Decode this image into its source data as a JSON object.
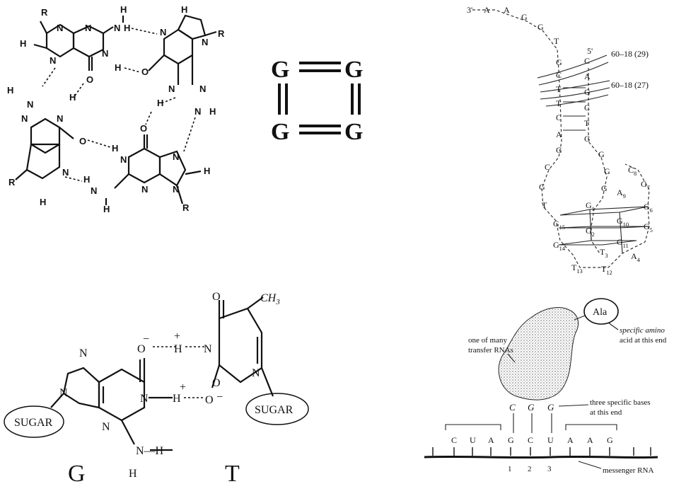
{
  "quartet_structure": {
    "atoms": {
      "R": "R",
      "H": "H",
      "N": "N",
      "O": "O"
    }
  },
  "g_square": {
    "letter": "G"
  },
  "dna_hairpin": {
    "end_3": "3'",
    "end_5": "5'",
    "probe_1": "60–18 (29)",
    "probe_2": "60–18 (27)",
    "bases": [
      "A",
      "A",
      "G",
      "G",
      "T",
      "G",
      "C",
      "T",
      "T",
      "C",
      "A",
      "G",
      "C",
      "G",
      "T",
      "C",
      "A",
      "G",
      "C",
      "T",
      "G",
      "G",
      "G",
      "G",
      "T",
      "C",
      "A",
      "C",
      "C",
      "G",
      "T",
      "C",
      "G",
      "G",
      "G",
      "G",
      "A",
      "T",
      "T",
      "T"
    ],
    "subscripted": {
      "C8": [
        "C",
        "8"
      ],
      "G7": [
        "G",
        "7"
      ],
      "A9": [
        "A",
        "9"
      ],
      "G1": [
        "G",
        "1"
      ],
      "G6": [
        "G",
        "6"
      ],
      "G15": [
        "G",
        "15"
      ],
      "G10": [
        "G",
        "10"
      ],
      "G2": [
        "G",
        "2"
      ],
      "G5": [
        "G",
        "5"
      ],
      "G14": [
        "G",
        "14"
      ],
      "G11": [
        "G",
        "11"
      ],
      "T3": [
        "T",
        "3"
      ],
      "A4": [
        "A",
        "4"
      ],
      "T13": [
        "T",
        "13"
      ],
      "T12": [
        "T",
        "12"
      ]
    }
  },
  "gt_pair": {
    "methyl": "CH",
    "methyl_sub": "3",
    "sugar": "SUGAR",
    "plus": "+",
    "minus": "−",
    "label_G": "G",
    "label_T": "T",
    "atoms": {
      "O": "O",
      "H": "H",
      "N": "N",
      "NH": "N—H"
    }
  },
  "trna": {
    "amino_acid": "Ala",
    "amino_note_1": "specific amino",
    "amino_note_2": "acid at this end",
    "trna_label_1": "one of many",
    "trna_label_2": "transfer RNAs",
    "anticodon": [
      "C",
      "G",
      "G"
    ],
    "bases_note_1": "three specific bases",
    "bases_note_2": "at this end",
    "mrna_bases": [
      "C",
      "U",
      "A",
      "G",
      "C",
      "U",
      "A",
      "A",
      "G"
    ],
    "codon_numbers": [
      "1",
      "2",
      "3"
    ],
    "mrna_label": "messenger RNA"
  },
  "colors": {
    "ink": "#111111",
    "stipple": "#9a9a9a"
  }
}
